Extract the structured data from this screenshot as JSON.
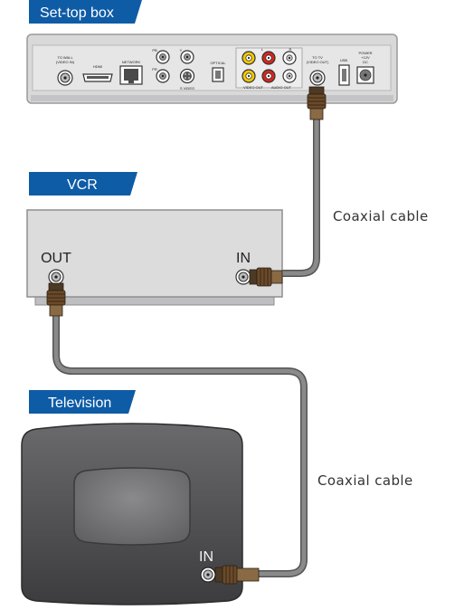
{
  "headers": {
    "settop": "Set-top box",
    "vcr": "VCR",
    "tv": "Television"
  },
  "settop_ports": {
    "to_wall_1": "TO WALL",
    "to_wall_2": "(VIDEO IN)",
    "hdmi": "HDMI",
    "network": "NETWORK",
    "pb": "PB",
    "pr": "PR",
    "y": "Y",
    "s_video": "S VIDEO",
    "optical": "OPTICAL",
    "l": "L",
    "r": "R",
    "video_out": "VIDEO OUT",
    "audio_out": "AUDIO OUT",
    "to_tv_1": "TO TV",
    "to_tv_2": "(VIDEO OUT)",
    "usb": "USB",
    "power_1": "POWER",
    "power_2": "+12V",
    "power_3": "DC"
  },
  "vcr_ports": {
    "out": "OUT",
    "in": "IN"
  },
  "tv_ports": {
    "in": "IN"
  },
  "cables": {
    "upper": "Coaxial cable",
    "lower": "Coaxial cable"
  },
  "colors": {
    "tag_blue": "#0e5ca6",
    "cable_gray": "#777777",
    "rca_yellow": "#f4c800",
    "rca_red": "#d9261c",
    "connector_brown": "#6a4a2a"
  }
}
